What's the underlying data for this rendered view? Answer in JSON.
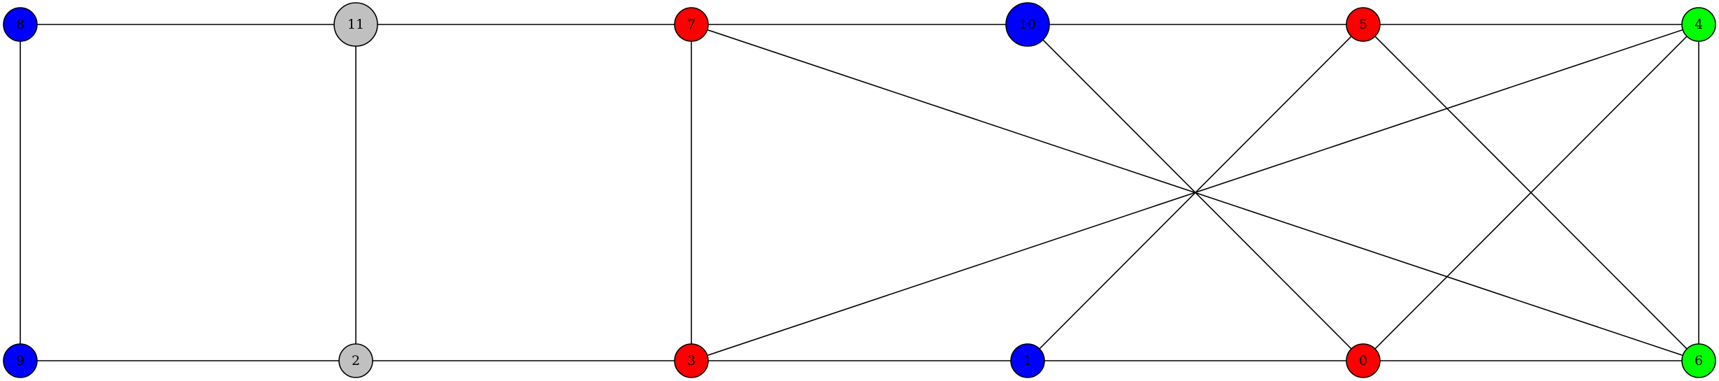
{
  "graph": {
    "nodes": [
      {
        "id": "8",
        "label": "8",
        "color": "#0000ff",
        "size": "small"
      },
      {
        "id": "11",
        "label": "11",
        "color": "#c0c0c0",
        "size": "large"
      },
      {
        "id": "7",
        "label": "7",
        "color": "#ff0000",
        "size": "small"
      },
      {
        "id": "10",
        "label": "10",
        "color": "#0000ff",
        "size": "large"
      },
      {
        "id": "5",
        "label": "5",
        "color": "#ff0000",
        "size": "small"
      },
      {
        "id": "4",
        "label": "4",
        "color": "#00ff00",
        "size": "small"
      },
      {
        "id": "9",
        "label": "9",
        "color": "#0000ff",
        "size": "small"
      },
      {
        "id": "2",
        "label": "2",
        "color": "#c0c0c0",
        "size": "small"
      },
      {
        "id": "3",
        "label": "3",
        "color": "#ff0000",
        "size": "small"
      },
      {
        "id": "1",
        "label": "1",
        "color": "#0000ff",
        "size": "small"
      },
      {
        "id": "0",
        "label": "0",
        "color": "#ff0000",
        "size": "small"
      },
      {
        "id": "6",
        "label": "6",
        "color": "#00ff00",
        "size": "small"
      }
    ],
    "edges": [
      [
        "8",
        "11"
      ],
      [
        "11",
        "7"
      ],
      [
        "7",
        "10"
      ],
      [
        "10",
        "5"
      ],
      [
        "5",
        "4"
      ],
      [
        "9",
        "2"
      ],
      [
        "2",
        "3"
      ],
      [
        "3",
        "1"
      ],
      [
        "1",
        "0"
      ],
      [
        "0",
        "6"
      ],
      [
        "8",
        "9"
      ],
      [
        "11",
        "2"
      ],
      [
        "7",
        "3"
      ],
      [
        "4",
        "6"
      ],
      [
        "7",
        "6"
      ],
      [
        "10",
        "0"
      ],
      [
        "5",
        "1"
      ],
      [
        "5",
        "6"
      ],
      [
        "4",
        "3"
      ],
      [
        "4",
        "0"
      ]
    ]
  }
}
